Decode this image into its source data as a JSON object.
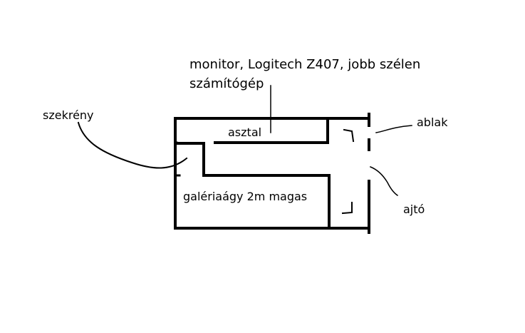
{
  "labels": {
    "monitor_line1": "monitor, Logitech Z407, jobb szélen",
    "monitor_line2": "számítógép",
    "wardrobe": "szekrény",
    "desk": "asztal",
    "window": "ablak",
    "loft_bed": "galériaágy 2m magas",
    "door": "ajtó"
  },
  "colors": {
    "ink": "#000000",
    "background": "#ffffff"
  }
}
